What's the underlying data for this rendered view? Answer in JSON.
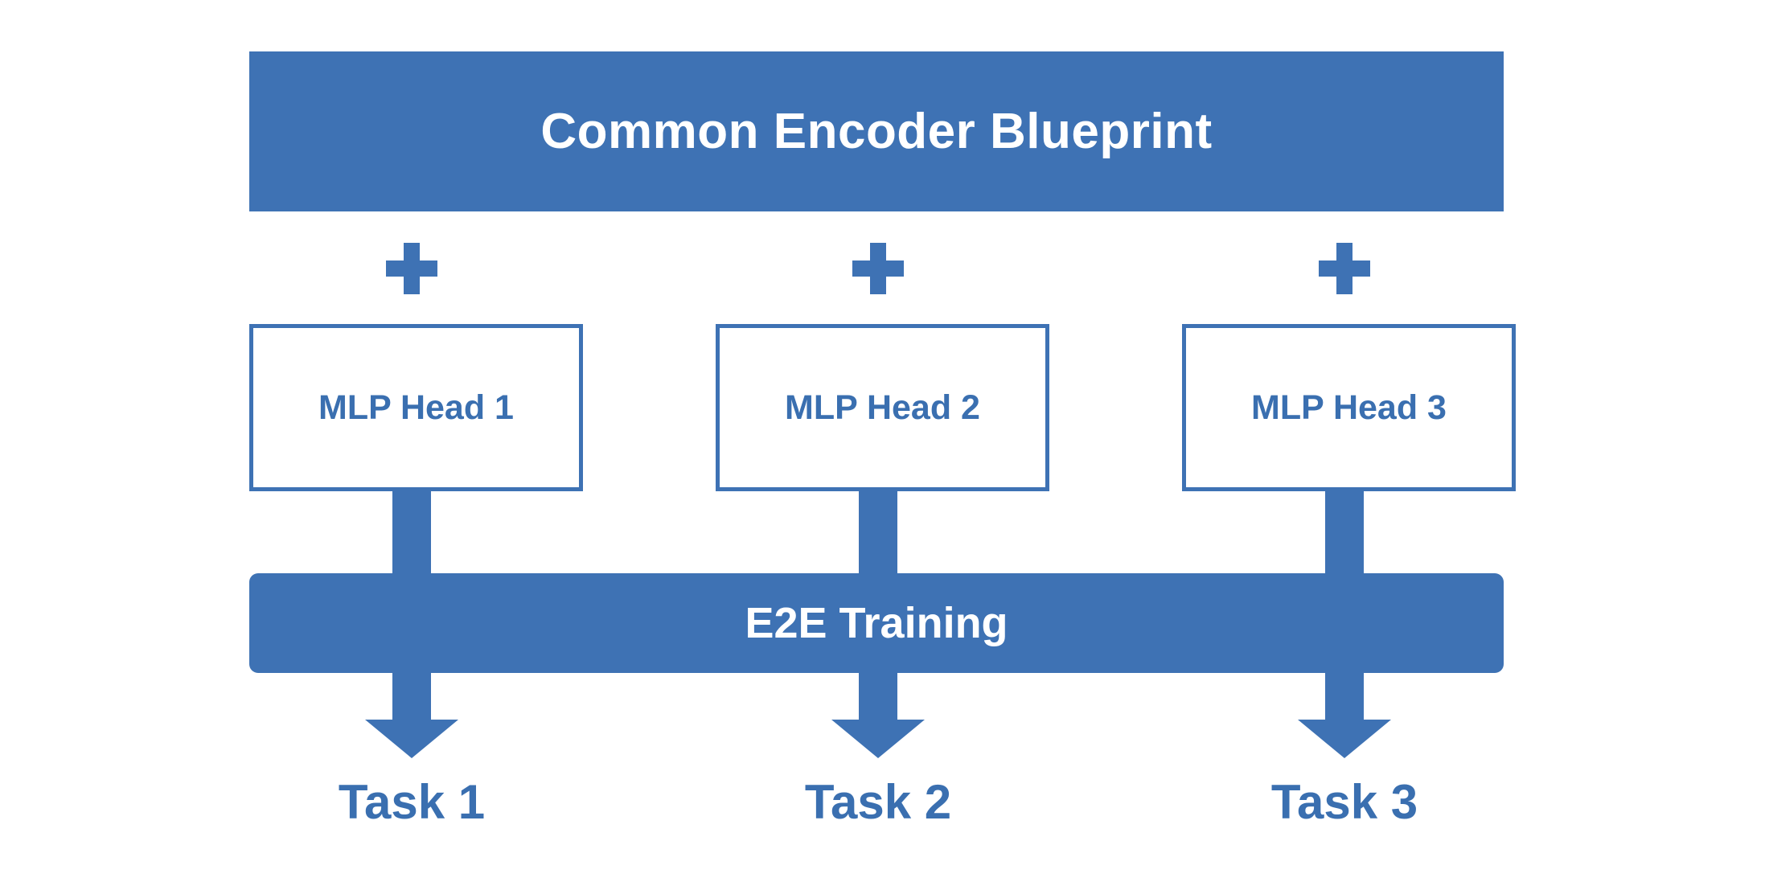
{
  "diagram": {
    "title": "Common Encoder Blueprint",
    "encoder": {
      "label": "Common Encoder Blueprint"
    },
    "operators": [
      {
        "symbol": "+",
        "name": "plus-sign-1"
      },
      {
        "symbol": "+",
        "name": "plus-sign-2"
      },
      {
        "symbol": "+",
        "name": "plus-sign-3"
      }
    ],
    "heads": [
      {
        "label": "MLP Head 1"
      },
      {
        "label": "MLP Head 2"
      },
      {
        "label": "MLP Head 3"
      }
    ],
    "training": {
      "label": "E2E Training"
    },
    "tasks": [
      {
        "label": "Task 1"
      },
      {
        "label": "Task 2"
      },
      {
        "label": "Task 3"
      }
    ],
    "colors": {
      "primary_blue": "#3E72B4",
      "text_blue": "#3A6FB0",
      "background": "#FFFFFF",
      "on_primary": "#FFFFFF"
    }
  }
}
